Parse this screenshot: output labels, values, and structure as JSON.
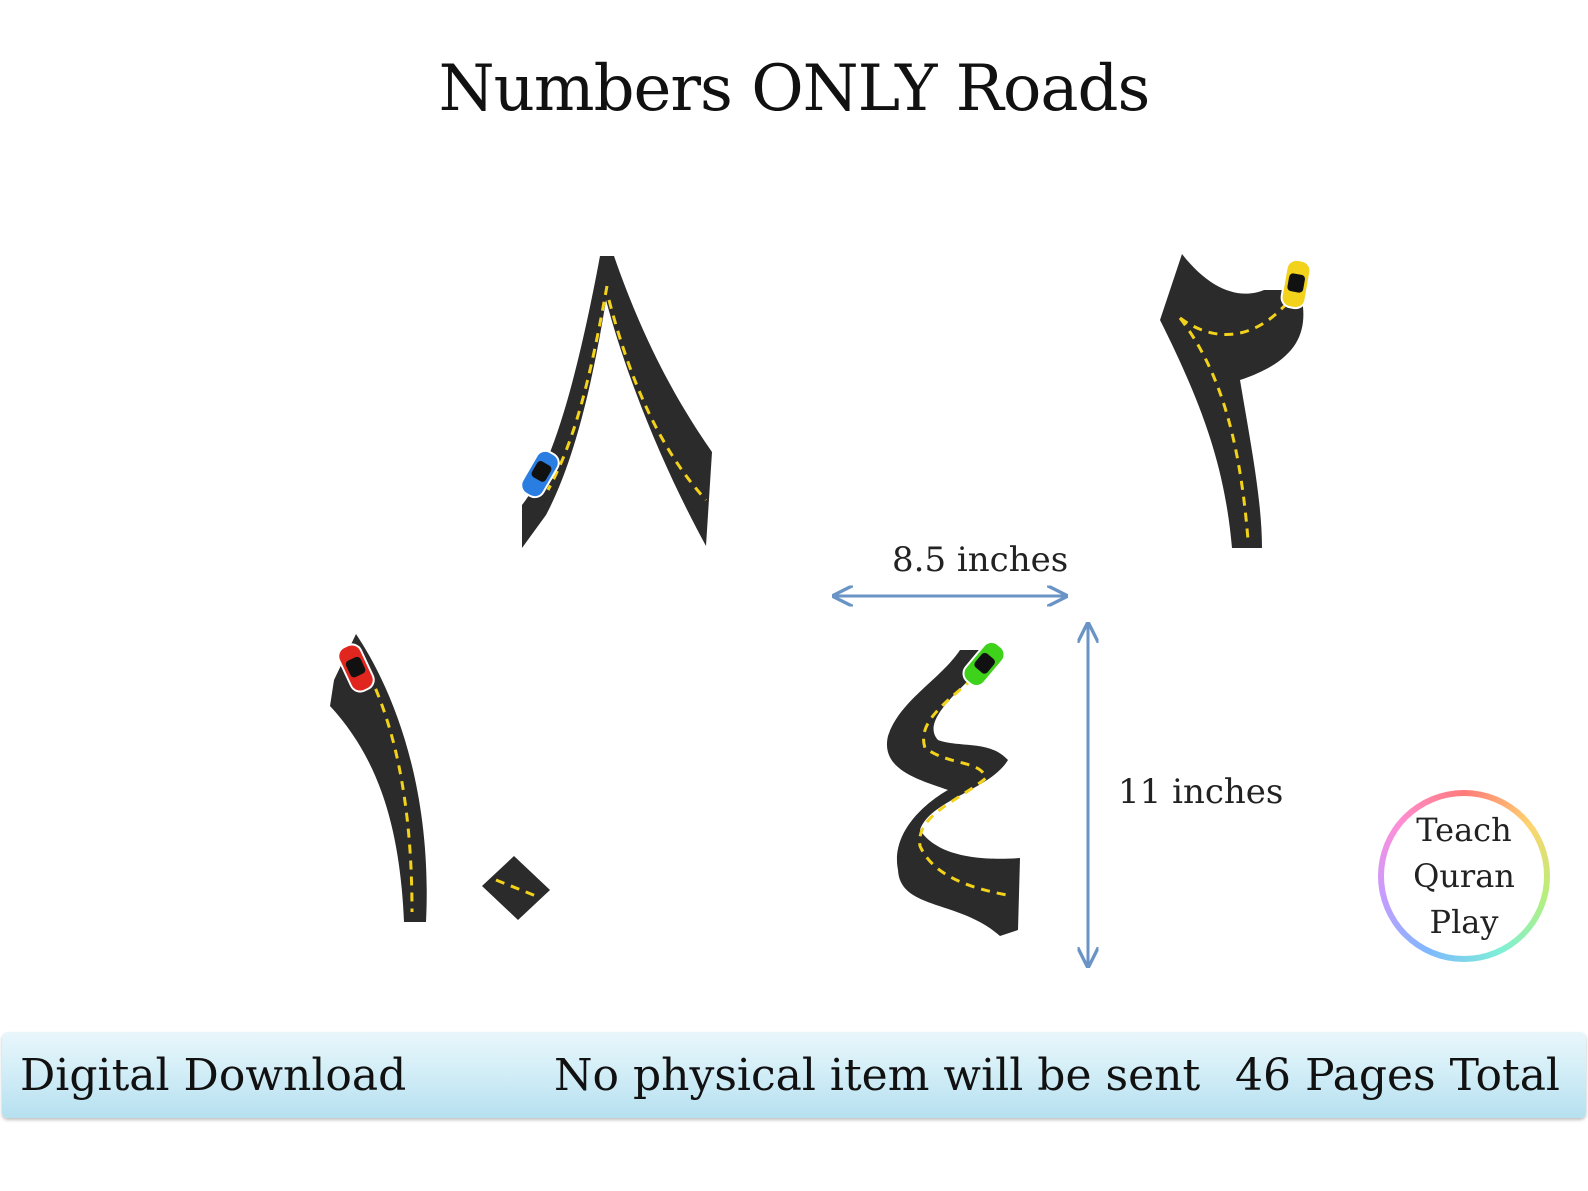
{
  "title": "Numbers ONLY Roads",
  "dimensions": {
    "width_label": "8.5 inches",
    "height_label": "11 inches",
    "arrow_color": "#6a94c5"
  },
  "numerals": [
    {
      "glyph": "٨",
      "car_color": "#2a7de1"
    },
    {
      "glyph": "٢",
      "car_color": "#f2d21b"
    },
    {
      "glyph": "١٠",
      "car_color": "#e0261f"
    },
    {
      "glyph": "٤",
      "car_color": "#3fd21b"
    }
  ],
  "road": {
    "asphalt": "#2b2b2b",
    "center_line": "#f2d21b"
  },
  "logo": {
    "line1": "Teach",
    "line2": "Quran",
    "line3": "Play"
  },
  "banner": {
    "left": "Digital Download",
    "center": "No physical item will be sent",
    "right": "46 Pages Total"
  }
}
